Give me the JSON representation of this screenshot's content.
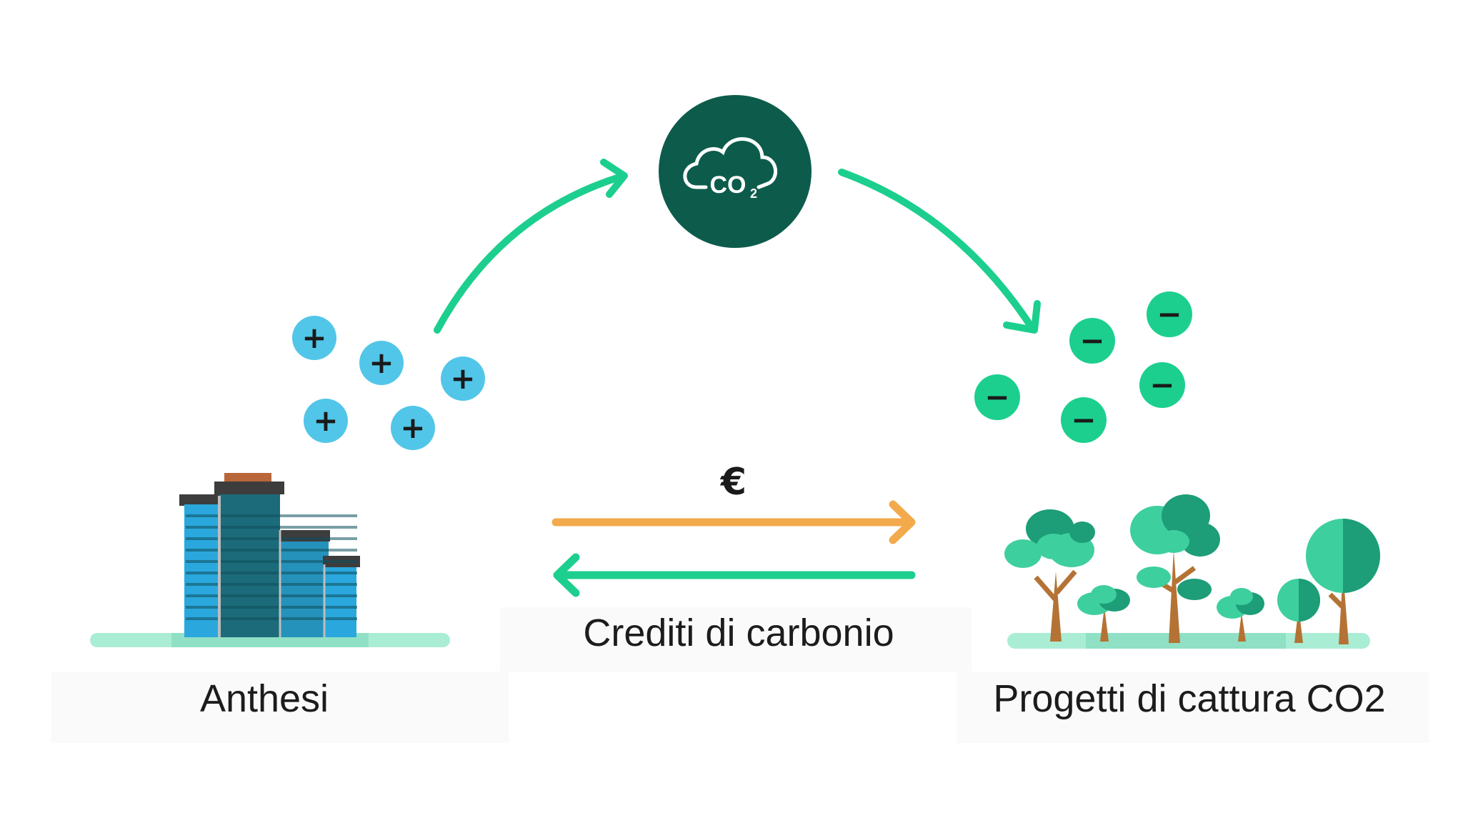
{
  "labels": {
    "company": "Anthesi",
    "projects": "Progetti di cattura CO2",
    "credits": "Crediti di carbonio",
    "currency": "€",
    "co2_center": "CO",
    "co2_subscript": "2"
  },
  "symbols": {
    "plus": "+",
    "minus": "−"
  },
  "icons": {
    "co2": "co2-cloud-icon",
    "building": "office-building-icon",
    "trees": "trees-icon",
    "plus": "plus-icon",
    "minus": "minus-icon"
  },
  "colors": {
    "background": "#ffffff",
    "arrow_green": "#1ccf8e",
    "money_arrow": "#f2aa4c",
    "co2_circle": "#0d5c4b",
    "plus_circle": "#52c6e8",
    "minus_circle": "#1ccf8e",
    "sign": "#1a1a1a",
    "building_glass": "#2aa8dd",
    "building_dark": "#1c6b7a",
    "tree_light": "#3ecf9e",
    "tree_dark": "#1d9d78",
    "trunk": "#b47335",
    "ground": "#aaedd5"
  }
}
